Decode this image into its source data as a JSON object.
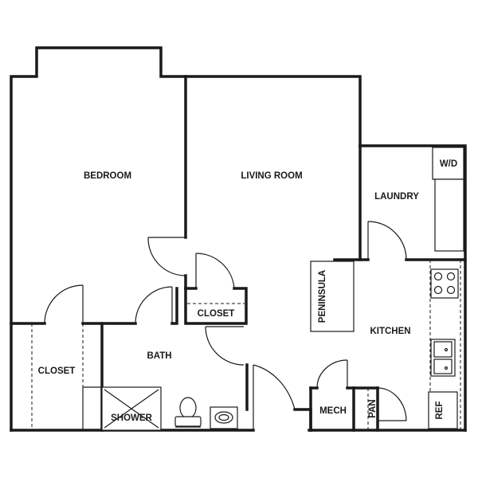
{
  "rooms": {
    "bedroom": "BEDROOM",
    "living_room": "LIVING ROOM",
    "laundry": "LAUNDRY",
    "washer_dryer": "W/D",
    "kitchen": "KITCHEN",
    "peninsula": "PENINSULA",
    "closet_small": "CLOSET",
    "closet_bedroom": "CLOSET",
    "bath": "BATH",
    "shower": "SHOWER",
    "mech": "MECH",
    "pantry": "PAN",
    "refrigerator": "REF"
  }
}
